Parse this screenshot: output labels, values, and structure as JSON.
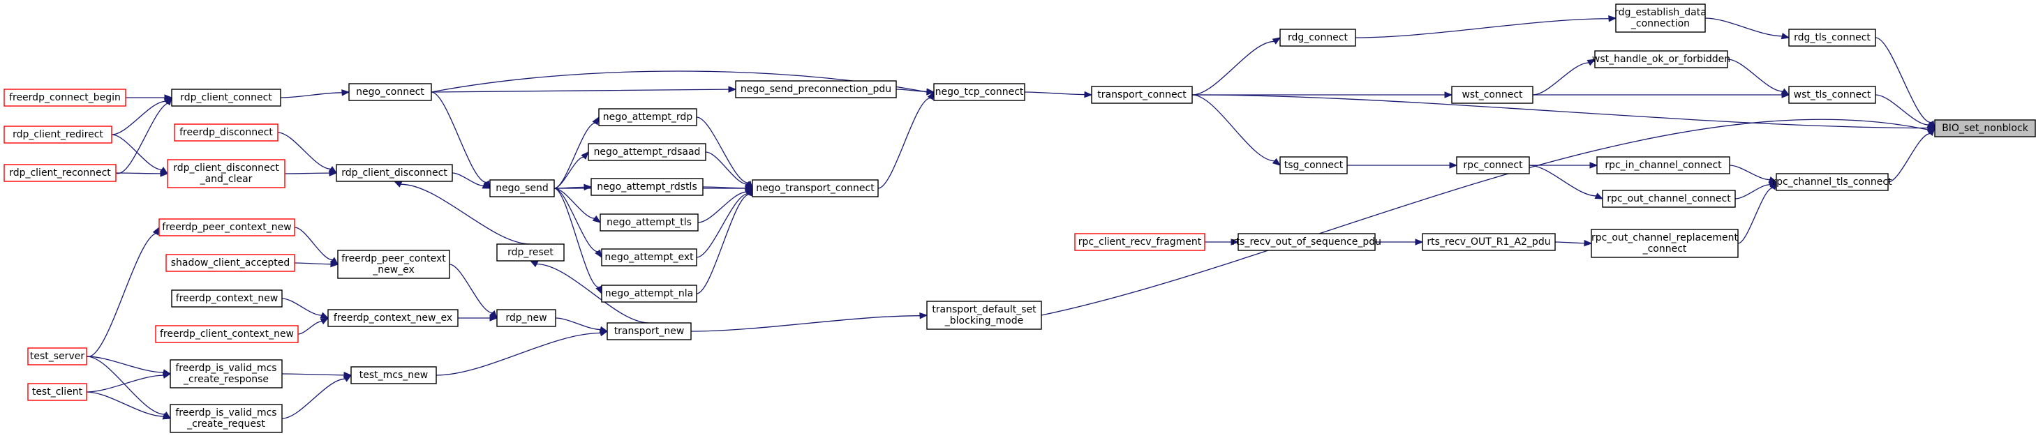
{
  "graph": {
    "title": "",
    "colors": {
      "edge": "#191970",
      "node_border": "#000000",
      "red_border": "#ff0000",
      "target_fill": "#bfbfbf"
    },
    "nodes": [
      {
        "id": "bio",
        "lines": [
          "BIO_set_nonblock"
        ],
        "style": "gray"
      },
      {
        "id": "rdg_tls",
        "lines": [
          "rdg_tls_connect"
        ],
        "style": "normal"
      },
      {
        "id": "wst_tls",
        "lines": [
          "wst_tls_connect"
        ],
        "style": "normal"
      },
      {
        "id": "rpc_ch_tls",
        "lines": [
          "rpc_channel_tls_connect"
        ],
        "style": "normal"
      },
      {
        "id": "rdg_est",
        "lines": [
          "rdg_establish_data",
          "_connection"
        ],
        "style": "normal"
      },
      {
        "id": "rdg_conn",
        "lines": [
          "rdg_connect"
        ],
        "style": "normal"
      },
      {
        "id": "wst_handle",
        "lines": [
          "wst_handle_ok_or_forbidden"
        ],
        "style": "normal"
      },
      {
        "id": "wst_conn",
        "lines": [
          "wst_connect"
        ],
        "style": "normal"
      },
      {
        "id": "transport_conn",
        "lines": [
          "transport_connect"
        ],
        "style": "normal"
      },
      {
        "id": "rpc_in",
        "lines": [
          "rpc_in_channel_connect"
        ],
        "style": "normal"
      },
      {
        "id": "rpc_out",
        "lines": [
          "rpc_out_channel_connect"
        ],
        "style": "normal"
      },
      {
        "id": "rpc_conn",
        "lines": [
          "rpc_connect"
        ],
        "style": "normal"
      },
      {
        "id": "tsg_conn",
        "lines": [
          "tsg_connect"
        ],
        "style": "normal"
      },
      {
        "id": "rpc_out_repl",
        "lines": [
          "rpc_out_channel_replacement",
          "_connect"
        ],
        "style": "normal"
      },
      {
        "id": "rts_recv_a2",
        "lines": [
          "rts_recv_OUT_R1_A2_pdu"
        ],
        "style": "normal"
      },
      {
        "id": "rts_recv_oos",
        "lines": [
          "rts_recv_out_of_sequence_pdu"
        ],
        "style": "normal"
      },
      {
        "id": "rpc_client_recv",
        "lines": [
          "rpc_client_recv_fragment"
        ],
        "style": "red"
      },
      {
        "id": "nego_tcp",
        "lines": [
          "nego_tcp_connect"
        ],
        "style": "normal"
      },
      {
        "id": "nego_send_pre",
        "lines": [
          "nego_send_preconnection_pdu"
        ],
        "style": "normal"
      },
      {
        "id": "nego_transport",
        "lines": [
          "nego_transport_connect"
        ],
        "style": "normal"
      },
      {
        "id": "nego_rdp",
        "lines": [
          "nego_attempt_rdp"
        ],
        "style": "normal"
      },
      {
        "id": "nego_rdsaad",
        "lines": [
          "nego_attempt_rdsaad"
        ],
        "style": "normal"
      },
      {
        "id": "nego_rdstls",
        "lines": [
          "nego_attempt_rdstls"
        ],
        "style": "normal"
      },
      {
        "id": "nego_tls",
        "lines": [
          "nego_attempt_tls"
        ],
        "style": "normal"
      },
      {
        "id": "nego_ext",
        "lines": [
          "nego_attempt_ext"
        ],
        "style": "normal"
      },
      {
        "id": "nego_nla",
        "lines": [
          "nego_attempt_nla"
        ],
        "style": "normal"
      },
      {
        "id": "nego_send",
        "lines": [
          "nego_send"
        ],
        "style": "normal"
      },
      {
        "id": "nego_connect",
        "lines": [
          "nego_connect"
        ],
        "style": "normal"
      },
      {
        "id": "rdp_client_connect",
        "lines": [
          "rdp_client_connect"
        ],
        "style": "normal"
      },
      {
        "id": "freerdp_connect_begin",
        "lines": [
          "freerdp_connect_begin"
        ],
        "style": "red"
      },
      {
        "id": "rdp_client_redirect",
        "lines": [
          "rdp_client_redirect"
        ],
        "style": "red"
      },
      {
        "id": "rdp_client_reconnect",
        "lines": [
          "rdp_client_reconnect"
        ],
        "style": "red"
      },
      {
        "id": "rdp_client_disc_clear",
        "lines": [
          "rdp_client_disconnect",
          "_and_clear"
        ],
        "style": "red"
      },
      {
        "id": "freerdp_disconnect",
        "lines": [
          "freerdp_disconnect"
        ],
        "style": "red"
      },
      {
        "id": "rdp_client_disc",
        "lines": [
          "rdp_client_disconnect"
        ],
        "style": "normal"
      },
      {
        "id": "rdp_reset",
        "lines": [
          "rdp_reset"
        ],
        "style": "normal"
      },
      {
        "id": "transport_default",
        "lines": [
          "transport_default_set",
          "_blocking_mode"
        ],
        "style": "normal"
      },
      {
        "id": "transport_new",
        "lines": [
          "transport_new"
        ],
        "style": "normal"
      },
      {
        "id": "rdp_new",
        "lines": [
          "rdp_new"
        ],
        "style": "normal"
      },
      {
        "id": "freerdp_ctx_new_ex",
        "lines": [
          "freerdp_context_new_ex"
        ],
        "style": "normal"
      },
      {
        "id": "freerdp_ctx_new",
        "lines": [
          "freerdp_context_new"
        ],
        "style": "normal"
      },
      {
        "id": "freerdp_client_ctx_new",
        "lines": [
          "freerdp_client_context_new"
        ],
        "style": "red"
      },
      {
        "id": "freerdp_peer_ctx_new_ex",
        "lines": [
          "freerdp_peer_context",
          "_new_ex"
        ],
        "style": "normal"
      },
      {
        "id": "freerdp_peer_ctx_new",
        "lines": [
          "freerdp_peer_context_new"
        ],
        "style": "red"
      },
      {
        "id": "shadow_client_accepted",
        "lines": [
          "shadow_client_accepted"
        ],
        "style": "red"
      },
      {
        "id": "test_mcs_new",
        "lines": [
          "test_mcs_new"
        ],
        "style": "normal"
      },
      {
        "id": "mcs_create_response",
        "lines": [
          "freerdp_is_valid_mcs",
          "_create_response"
        ],
        "style": "normal"
      },
      {
        "id": "mcs_create_request",
        "lines": [
          "freerdp_is_valid_mcs",
          "_create_request"
        ],
        "style": "normal"
      },
      {
        "id": "test_server",
        "lines": [
          "test_server"
        ],
        "style": "red"
      },
      {
        "id": "test_client",
        "lines": [
          "test_client"
        ],
        "style": "red"
      }
    ]
  }
}
